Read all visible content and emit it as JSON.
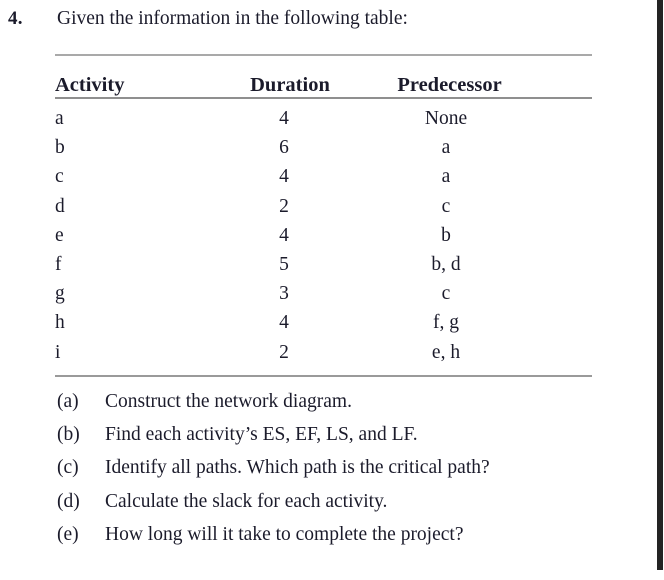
{
  "question": {
    "number": "4.",
    "prompt": "Given the information in the following table:"
  },
  "table": {
    "headers": {
      "activity": "Activity",
      "duration": "Duration",
      "predecessor": "Predecessor"
    },
    "rows": [
      {
        "activity": "a",
        "duration": "4",
        "predecessor": "None"
      },
      {
        "activity": "b",
        "duration": "6",
        "predecessor": "a"
      },
      {
        "activity": "c",
        "duration": "4",
        "predecessor": "a"
      },
      {
        "activity": "d",
        "duration": "2",
        "predecessor": "c"
      },
      {
        "activity": "e",
        "duration": "4",
        "predecessor": "b"
      },
      {
        "activity": "f",
        "duration": "5",
        "predecessor": "b, d"
      },
      {
        "activity": "g",
        "duration": "3",
        "predecessor": "c"
      },
      {
        "activity": "h",
        "duration": "4",
        "predecessor": "f, g"
      },
      {
        "activity": "i",
        "duration": "2",
        "predecessor": "e, h"
      }
    ]
  },
  "subquestions": [
    {
      "label": "(a)",
      "text": "Construct the network diagram."
    },
    {
      "label": "(b)",
      "text": "Find each activity’s ES, EF, LS, and LF."
    },
    {
      "label": "(c)",
      "text": "Identify all paths. Which path is the critical path?"
    },
    {
      "label": "(d)",
      "text": "Calculate the slack for each activity."
    },
    {
      "label": "(e)",
      "text": "How long will it take to complete the project?"
    }
  ],
  "colors": {
    "ink": "#1b1b2b",
    "rule": "#a9a9a9",
    "scan_edge": "#232323",
    "page": "#ffffff"
  }
}
